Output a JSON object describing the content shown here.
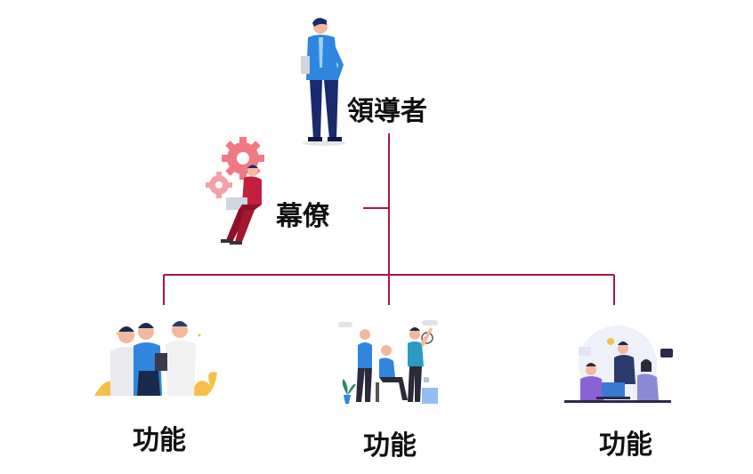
{
  "leader": {
    "label": "領導者",
    "icon": "businessman-icon"
  },
  "staff": {
    "label": "幕僚",
    "icon": "gear-worker-icon"
  },
  "functions": [
    {
      "label": "功能",
      "icon": "team-collaboration-icon"
    },
    {
      "label": "功能",
      "icon": "team-meeting-icon"
    },
    {
      "label": "功能",
      "icon": "laptop-team-icon"
    }
  ],
  "colors": {
    "connector": "#a3174f",
    "primary_blue": "#1f6fc4",
    "staff_red": "#c41f3b",
    "gear_pink": "#f07a84"
  }
}
